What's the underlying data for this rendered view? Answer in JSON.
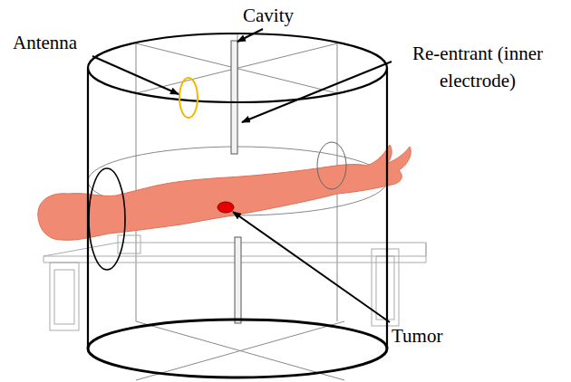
{
  "diagram": {
    "labels": [
      "Cavity",
      "Antenna",
      "Re-entrant (inner electrode)",
      "Tumor"
    ]
  }
}
